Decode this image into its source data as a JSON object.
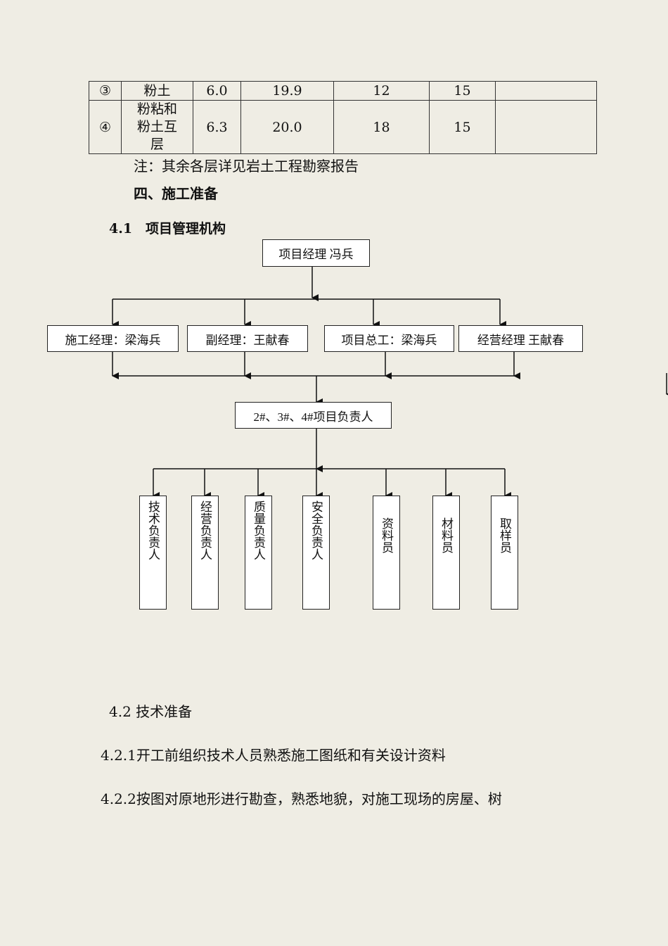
{
  "soil_table": {
    "rows": [
      {
        "no": "③",
        "name": "粉土",
        "v1": "6.0",
        "v2": "19.9",
        "v3": "12",
        "v4": "15",
        "v5": ""
      },
      {
        "no": "④",
        "name": "粉粘和粉土互层",
        "v1": "6.3",
        "v2": "20.0",
        "v3": "18",
        "v4": "15",
        "v5": ""
      }
    ]
  },
  "note": "注：其余各层详见岩土工程勘察报告",
  "section4_title": "四、施工准备",
  "section41_title": "4.1　项目管理机构",
  "org": {
    "top": "项目经理 冯兵",
    "managers": [
      "施工经理：梁海兵",
      "副经理：王献春",
      "项目总工：梁海兵",
      "经营经理 王献春"
    ],
    "middle": "2#、3#、4#项目负责人",
    "staff": [
      "技术负责人",
      "经营负责人",
      "质量负责人",
      "安全负责人",
      "资料员",
      "材料员",
      "取样员"
    ]
  },
  "section42_title": "4.2  技术准备",
  "p421": "4.2.1开工前组织技术人员熟悉施工图纸和有关设计资料",
  "p422": "4.2.2按图对原地形进行勘查，熟悉地貌，对施工现场的房屋、树"
}
